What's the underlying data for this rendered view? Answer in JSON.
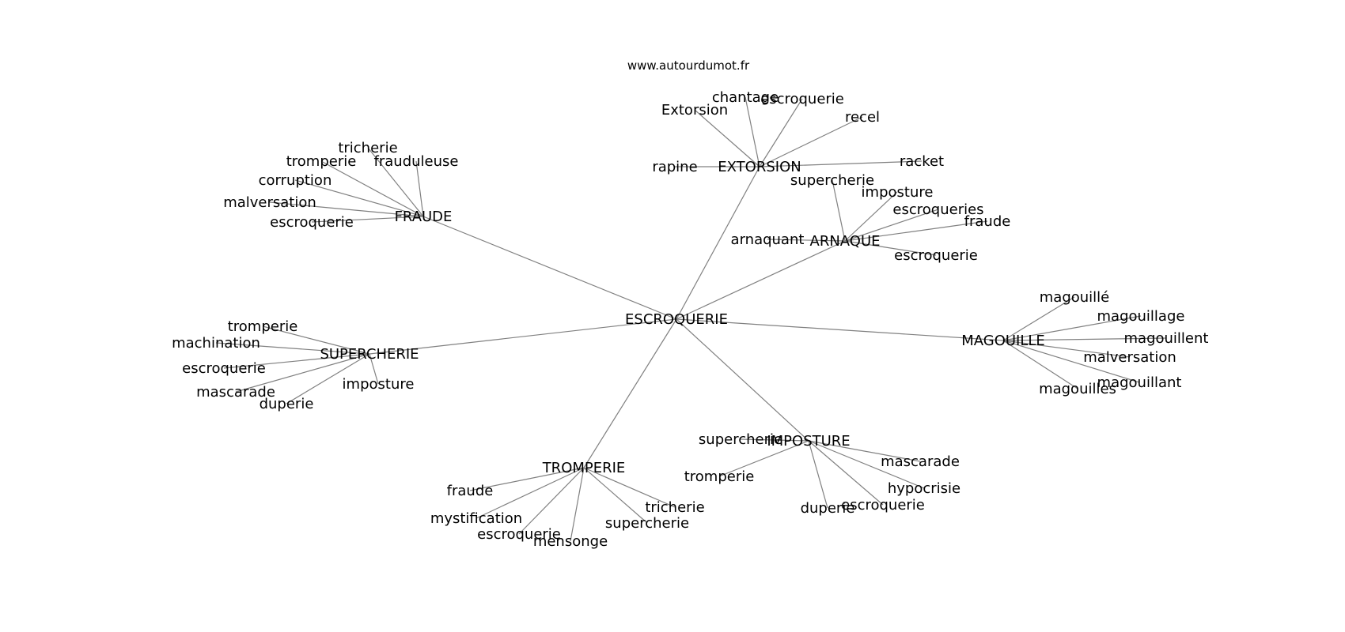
{
  "source": "www.autourdumot.fr",
  "root": "ESCROQUERIE",
  "clusters": [
    {
      "hub": "EXTORSION",
      "leaves": [
        "chantage",
        "escroquerie",
        "Extorsion",
        "recel",
        "rapine",
        "racket"
      ]
    },
    {
      "hub": "FRAUDE",
      "leaves": [
        "tricherie",
        "tromperie",
        "frauduleuse",
        "corruption",
        "malversation",
        "escroquerie"
      ]
    },
    {
      "hub": "ARNAQUE",
      "leaves": [
        "supercherie",
        "imposture",
        "escroqueries",
        "fraude",
        "arnaquant",
        "escroquerie"
      ]
    },
    {
      "hub": "SUPERCHERIE",
      "leaves": [
        "tromperie",
        "machination",
        "escroquerie",
        "mascarade",
        "duperie",
        "imposture"
      ]
    },
    {
      "hub": "MAGOUILLE",
      "leaves": [
        "magouillé",
        "magouillage",
        "magouillent",
        "malversation",
        "magouillant",
        "magouilles"
      ]
    },
    {
      "hub": "IMPOSTURE",
      "leaves": [
        "supercherie",
        "tromperie",
        "mascarade",
        "hypocrisie",
        "escroquerie",
        "duperie"
      ]
    },
    {
      "hub": "TROMPERIE",
      "leaves": [
        "fraude",
        "mystification",
        "escroquerie",
        "mensonge",
        "supercherie",
        "tricherie"
      ]
    }
  ]
}
